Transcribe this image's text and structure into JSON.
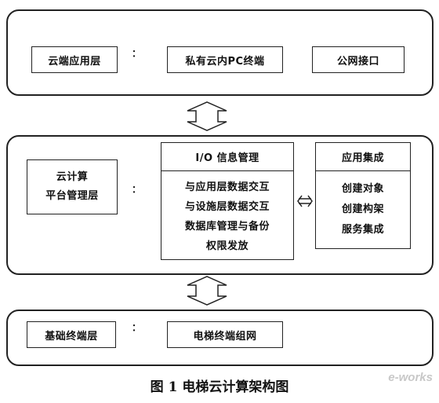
{
  "diagram": {
    "top_layer": {
      "label": "云端应用层",
      "items": [
        "私有云内PC终端",
        "公网接口"
      ]
    },
    "middle_layer": {
      "label_line1": "云计算",
      "label_line2": "平台管理层",
      "io_panel": {
        "title": "I/O 信息管理",
        "items": [
          "与应用层数据交互",
          "与设施层数据交互",
          "数据库管理与备份",
          "权限发放"
        ]
      },
      "app_panel": {
        "title": "应用集成",
        "items": [
          "创建对象",
          "创建构架",
          "服务集成"
        ]
      }
    },
    "bottom_layer": {
      "label": "基础终端层",
      "items": [
        "电梯终端组网"
      ]
    },
    "separator": "："
  },
  "caption": "图 1 电梯云计算架构图",
  "watermark": "e-works"
}
